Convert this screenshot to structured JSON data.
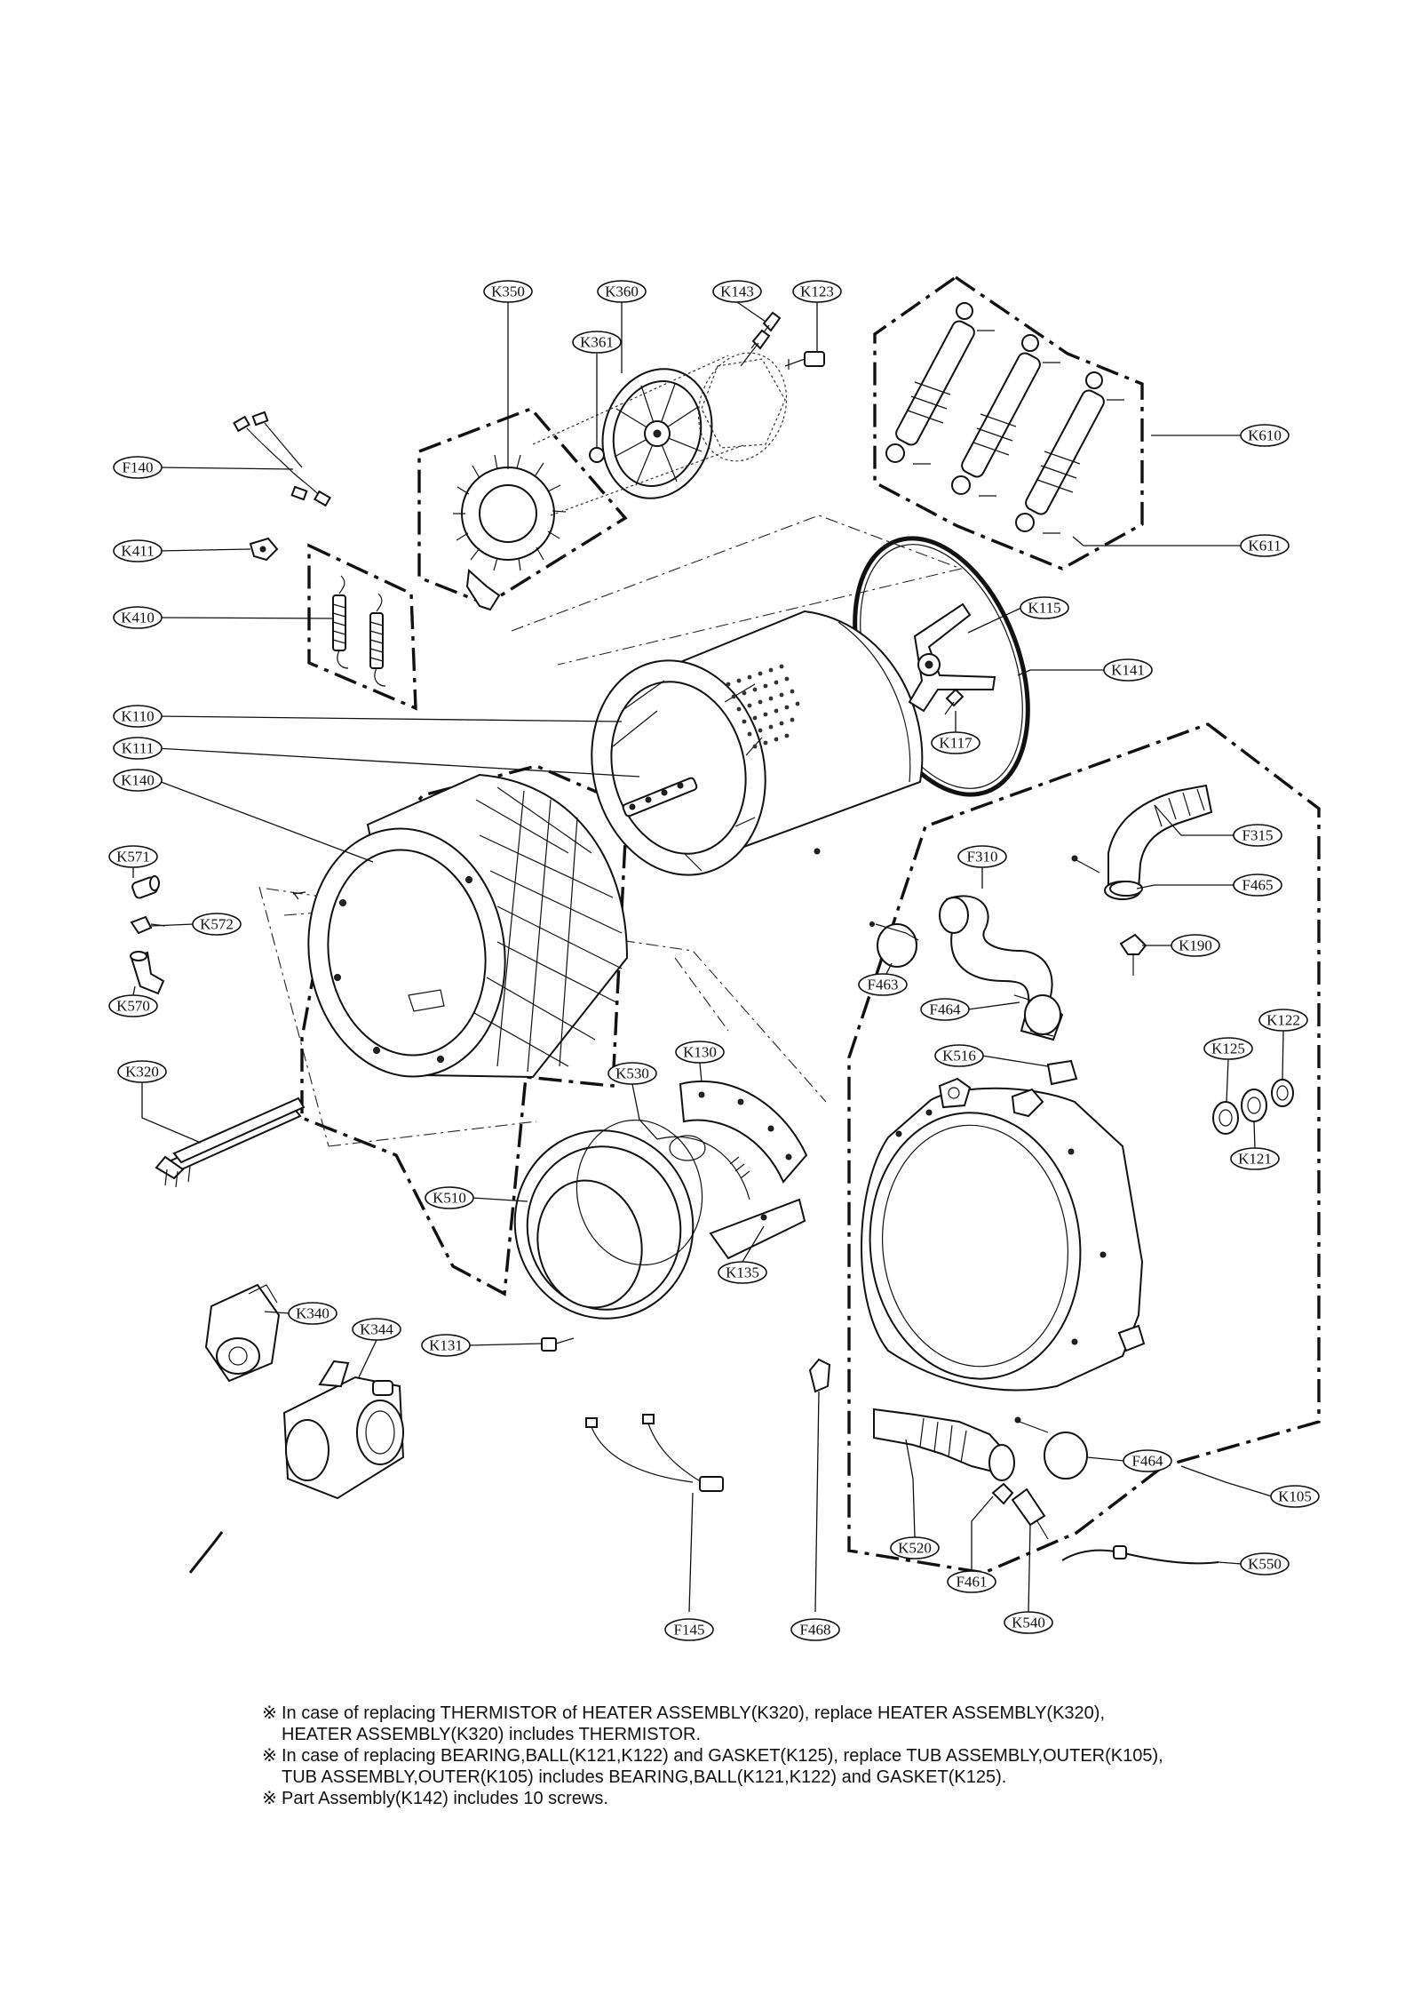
{
  "callouts": {
    "K350": "K350",
    "K360": "K360",
    "K143": "K143",
    "K123": "K123",
    "K361": "K361",
    "F140": "F140",
    "K610": "K610",
    "K411": "K411",
    "K611": "K611",
    "K410": "K410",
    "K115": "K115",
    "K141": "K141",
    "K110": "K110",
    "K111": "K111",
    "K117": "K117",
    "K140": "K140",
    "F315": "F315",
    "F310": "F310",
    "K571": "K571",
    "F465": "F465",
    "K572": "K572",
    "F463": "F463",
    "K190": "K190",
    "K570": "K570",
    "F464a": "F464",
    "K122": "K122",
    "K125": "K125",
    "K516": "K516",
    "K320": "K320",
    "K530": "K530",
    "K130": "K130",
    "K121": "K121",
    "K510": "K510",
    "K135": "K135",
    "K340": "K340",
    "K344": "K344",
    "K131": "K131",
    "F464b": "F464",
    "K105": "K105",
    "K520": "K520",
    "K550": "K550",
    "F461": "F461",
    "K540": "K540",
    "F145": "F145",
    "F468": "F468"
  },
  "notes": {
    "mark": "※",
    "line1": "In case of replacing THERMISTOR of HEATER ASSEMBLY(K320), replace HEATER ASSEMBLY(K320),",
    "line2": "HEATER ASSEMBLY(K320) includes THERMISTOR.",
    "line3": "In case of replacing BEARING,BALL(K121,K122) and GASKET(K125), replace TUB ASSEMBLY,OUTER(K105),",
    "line4": "TUB ASSEMBLY,OUTER(K105) includes BEARING,BALL(K121,K122) and GASKET(K125).",
    "line5": "Part Assembly(K142) includes 10 screws."
  }
}
